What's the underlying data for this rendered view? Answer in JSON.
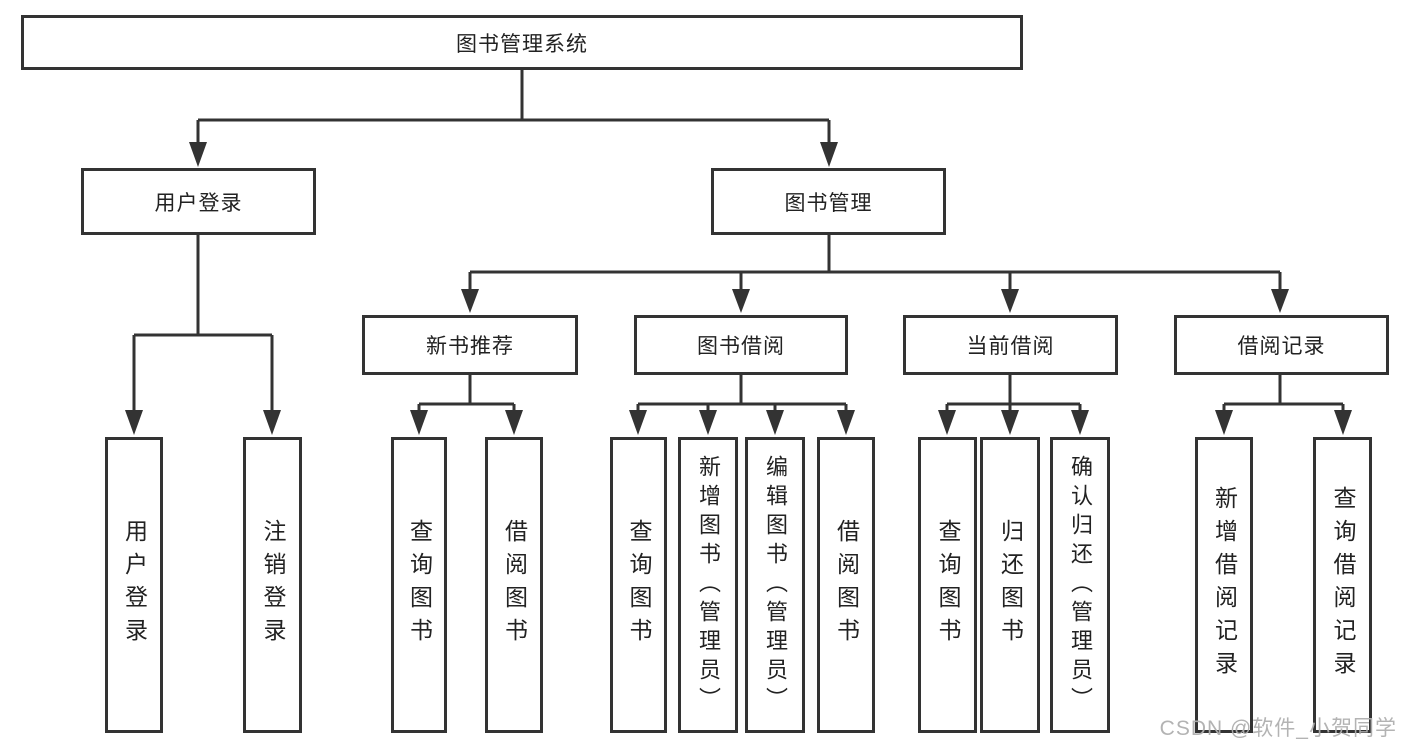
{
  "diagram": {
    "title": "图书管理系统",
    "level2": {
      "user_login": "用户登录",
      "book_management": "图书管理"
    },
    "level3": {
      "new_books": "新书推荐",
      "book_borrowing": "图书借阅",
      "current_borrowing": "当前借阅",
      "borrowing_records": "借阅记录"
    },
    "leaves": {
      "user_login": "用户登录",
      "logout": "注销登录",
      "nb_query_books": "查询图书",
      "nb_borrow_books": "借阅图书",
      "bb_query_books": "查询图书",
      "bb_add_books": "新增图书（管理员）",
      "bb_edit_books": "编辑图书（管理员）",
      "bb_borrow_books": "借阅图书",
      "cb_query_books": "查询图书",
      "cb_return_books": "归还图书",
      "cb_confirm_return": "确认归还（管理员）",
      "br_add_record": "新增借阅记录",
      "br_query_record": "查询借阅记录"
    }
  },
  "watermark": "CSDN @软件_小贺同学",
  "colors": {
    "line": "#333333",
    "text": "#222222",
    "watermark": "#afafaf"
  }
}
